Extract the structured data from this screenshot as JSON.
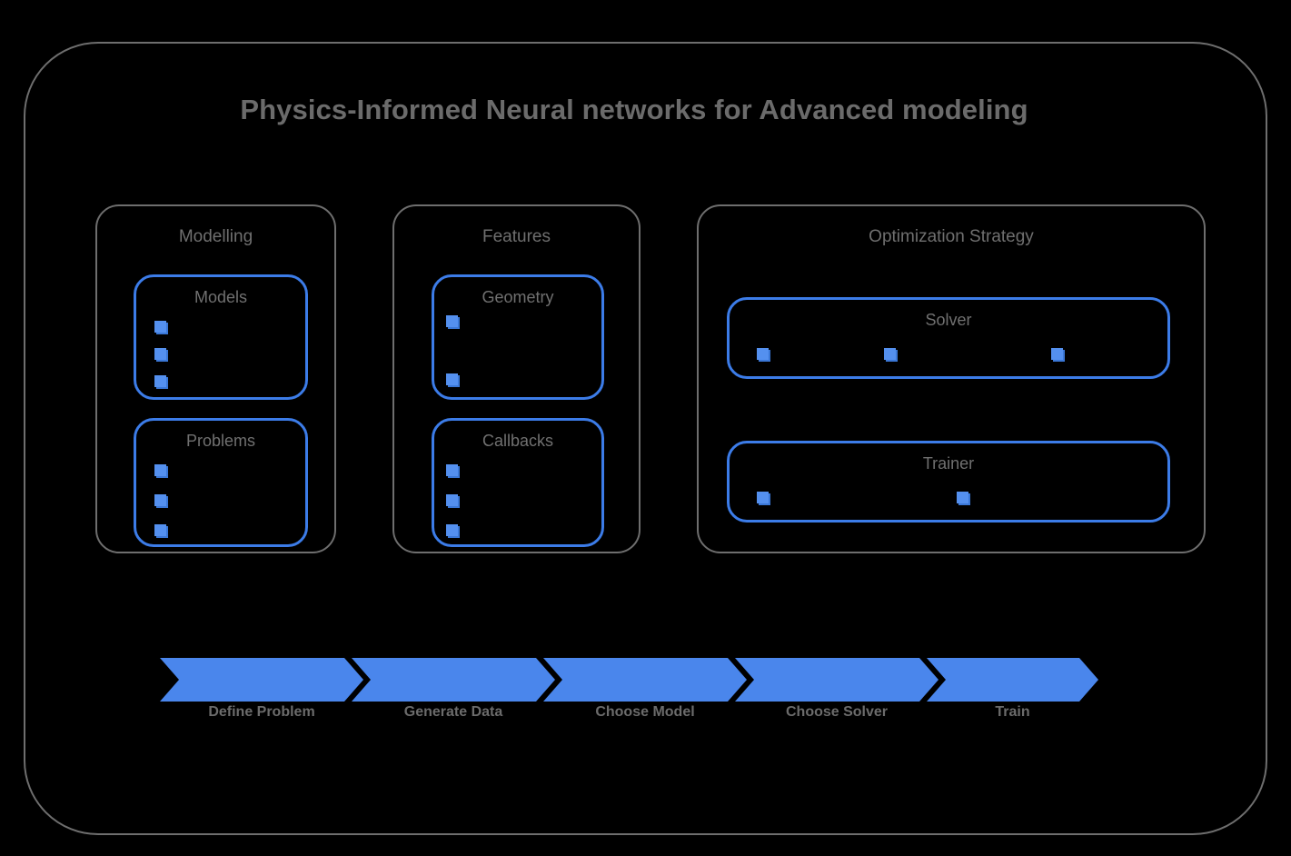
{
  "diagram": {
    "title": "Physics-Informed Neural networks for Advanced modeling",
    "accent_color": "#4285f4",
    "frame_color": "#6e6e6e",
    "text_color": "#6b6b6b"
  },
  "sections": [
    {
      "name": "modelling",
      "title": "Modelling",
      "boxes": [
        {
          "name": "models",
          "title": "Models",
          "marker_count": 3
        },
        {
          "name": "problems",
          "title": "Problems",
          "marker_count": 3
        }
      ]
    },
    {
      "name": "features",
      "title": "Features",
      "boxes": [
        {
          "name": "geometry",
          "title": "Geometry",
          "marker_count": 2
        },
        {
          "name": "callbacks",
          "title": "Callbacks",
          "marker_count": 3
        }
      ]
    },
    {
      "name": "optimization",
      "title": "Optimization Strategy",
      "boxes": [
        {
          "name": "solver",
          "title": "Solver",
          "marker_count": 3
        },
        {
          "name": "trainer",
          "title": "Trainer",
          "marker_count": 2
        }
      ]
    }
  ],
  "process_flow": {
    "steps": [
      {
        "label": "Define Problem"
      },
      {
        "label": "Generate Data"
      },
      {
        "label": "Choose Model"
      },
      {
        "label": "Choose Solver"
      },
      {
        "label": "Train"
      }
    ],
    "arrow_color": "#4a86ec"
  }
}
